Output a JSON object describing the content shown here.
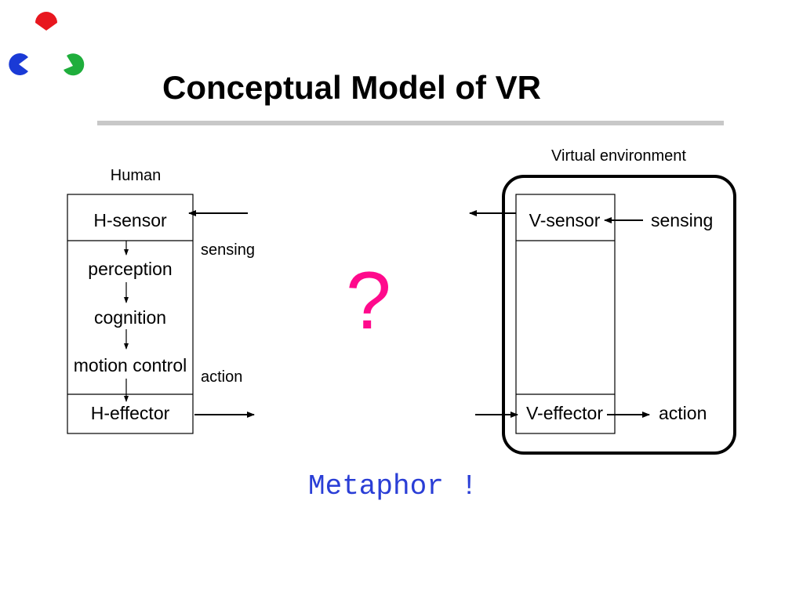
{
  "slide": {
    "title": "Conceptual Model of VR",
    "question_mark": "?",
    "metaphor_text": "Metaphor !"
  },
  "human": {
    "label": "Human",
    "stages": [
      "H-sensor",
      "perception",
      "cognition",
      "motion control",
      "H-effector"
    ],
    "sensing_label": "sensing",
    "action_label": "action"
  },
  "virtual": {
    "label": "Virtual environment",
    "sensor": "V-sensor",
    "effector": "V-effector",
    "sensing_label": "sensing",
    "action_label": "action"
  },
  "colors": {
    "logo_red": "#e8171f",
    "logo_blue": "#1a3ad6",
    "logo_green": "#1fae3c",
    "question_mark": "#ff0a8c",
    "metaphor": "#2a3ed6",
    "rule": "#c8c8c8"
  },
  "icons": [
    "pacman-logo-icon"
  ]
}
